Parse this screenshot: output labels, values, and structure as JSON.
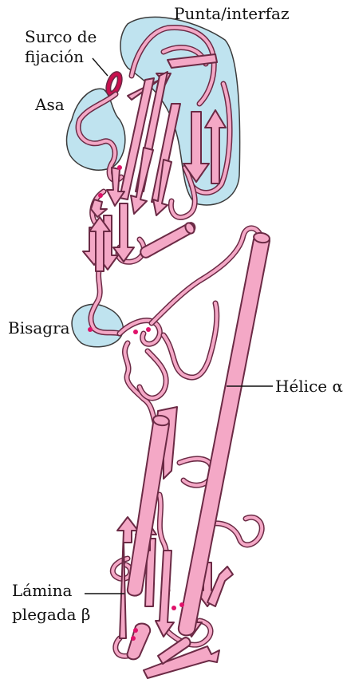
{
  "labels": {
    "tip": "Punta/interfaz",
    "groove": "Surco de",
    "groove2": "fijación",
    "loop": "Asa",
    "hinge": "Bisagra",
    "helix": "Hélice α",
    "sheet": "Lámina",
    "sheet2": "plegada β"
  },
  "colors": {
    "ribbon": "#f4a8c6",
    "outline": "#6b2a45",
    "region": "#bfe3ef",
    "groove": "#c8104e",
    "dot": "#e0126a"
  }
}
